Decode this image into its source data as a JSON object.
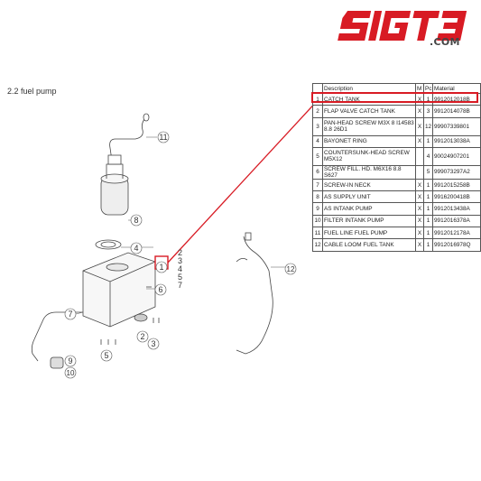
{
  "brand": {
    "logo_text": "SIGT3",
    "domain": ".COM",
    "color": "#d81b24"
  },
  "section": {
    "title": "2.2  fuel pump"
  },
  "table": {
    "headers": {
      "num": "",
      "description": "Description",
      "m": "M",
      "pc": "Pc",
      "material": "Material"
    },
    "rows": [
      {
        "num": "1",
        "description": "CATCH TANK",
        "m": "X",
        "pc": "1",
        "material": "9912012018B"
      },
      {
        "num": "2",
        "description": "FLAP VALVE CATCH TANK",
        "m": "X",
        "pc": "3",
        "material": "9912014078B"
      },
      {
        "num": "3",
        "description": "PAN-HEAD SCREW M3X 8 I14583 8.8 26D1",
        "m": "X",
        "pc": "12",
        "material": "99907339801"
      },
      {
        "num": "4",
        "description": "BAYONET RING",
        "m": "X",
        "pc": "1",
        "material": "9912013038A"
      },
      {
        "num": "5",
        "description": "COUNTERSUNK-HEAD SCREW M5X12",
        "m": "",
        "pc": "4",
        "material": "90024907201"
      },
      {
        "num": "6",
        "description": "SCREW FILL. HD. M6X16 8.8 S627",
        "m": "",
        "pc": "5",
        "material": "999073297A2"
      },
      {
        "num": "7",
        "description": "SCREW-IN NECK",
        "m": "X",
        "pc": "1",
        "material": "9912015258B"
      },
      {
        "num": "8",
        "description": "AS SUPPLY UNIT",
        "m": "X",
        "pc": "1",
        "material": "9916200418B"
      },
      {
        "num": "9",
        "description": "AS INTANK PUMP",
        "m": "X",
        "pc": "1",
        "material": "9912013438A"
      },
      {
        "num": "10",
        "description": "FILTER INTANK PUMP",
        "m": "X",
        "pc": "1",
        "material": "9912016378A"
      },
      {
        "num": "11",
        "description": "FUEL LINE FUEL PUMP",
        "m": "X",
        "pc": "1",
        "material": "9912012178A"
      },
      {
        "num": "12",
        "description": "CABLE LOOM FUEL TANK",
        "m": "X",
        "pc": "1",
        "material": "9912016978Q"
      }
    ]
  },
  "callouts": {
    "c11": "11",
    "c8": "8",
    "c4": "4",
    "c1": "1",
    "c6": "6",
    "c7": "7",
    "c2": "2",
    "c3": "3",
    "c5": "5",
    "c9": "9",
    "c10": "10",
    "c12": "12"
  },
  "stack_labels": {
    "s2": "2",
    "s3": "3",
    "s4": "4",
    "s5": "5",
    "s7": "7"
  }
}
